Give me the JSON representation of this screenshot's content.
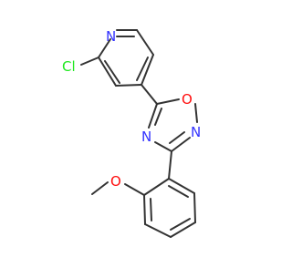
{
  "molecule": {
    "atom_labels": {
      "pyridine_n": "N",
      "chloro": "Cl",
      "oxadiazole_o": "O",
      "oxadiazole_n4": "N",
      "oxadiazole_n2": "N",
      "methoxy_o": "O"
    },
    "colors": {
      "bond": "#333333",
      "nitrogen": "#3333ff",
      "oxygen": "#ff0d0d",
      "chlorine": "#1ee81e",
      "background": "#ffffff"
    }
  }
}
